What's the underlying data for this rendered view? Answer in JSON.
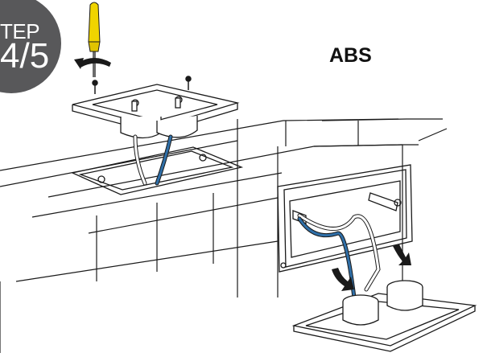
{
  "badge": {
    "step_word": "TEP",
    "step_fraction": "4/5",
    "color": "#58585a"
  },
  "label": {
    "material": "ABS"
  },
  "colors": {
    "line": "#1a1a1a",
    "wire_blue": "#2f6fa8",
    "wire_light_blue": "#4a90c8",
    "screwdriver_handle": "#f0d400",
    "screwdriver_shaft": "#6b6b6b"
  },
  "icons": [
    "screwdriver-icon",
    "rotate-arrow-icon",
    "screw-icon",
    "curved-arrow-icon"
  ]
}
